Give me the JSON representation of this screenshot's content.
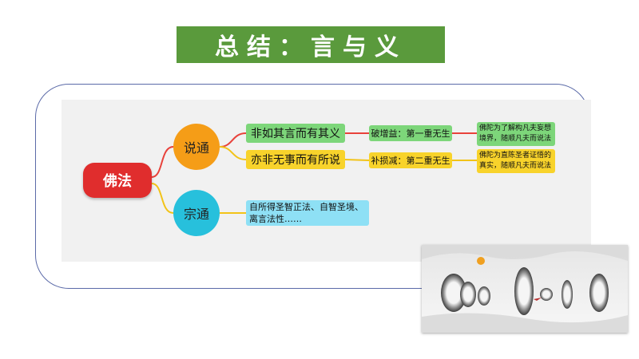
{
  "title": "总结：言与义",
  "mindmap": {
    "root": "佛法",
    "branch_shuotong": "说通",
    "branch_zongtong": "宗通",
    "leaf1": "非如其言而有其义",
    "leaf2": "亦非无事而有所说",
    "sub1": "破增益：第一重无生",
    "sub2": "补损减：第二重无生",
    "note1": "佛陀为了解构凡夫妄想\n境界，随顺凡夫而说法",
    "note2": "佛陀为直陈圣者证悟的\n真实，随顺凡夫而说法",
    "leaf3": "自所得圣智正法、自智圣境、\n离言法性……"
  },
  "colors": {
    "title_bg": "#5a9a3c",
    "root": "#e02d2d",
    "shuotong": "#f59d17",
    "zongtong": "#27c0dc",
    "green_node": "#7dd67a",
    "yellow_node": "#f8d32b",
    "blue_node": "#8ee0f5",
    "connector_red": "#e8423b",
    "connector_yellow": "#f2c318"
  },
  "decoration": {
    "icon": "ink-landscape-illustration"
  }
}
